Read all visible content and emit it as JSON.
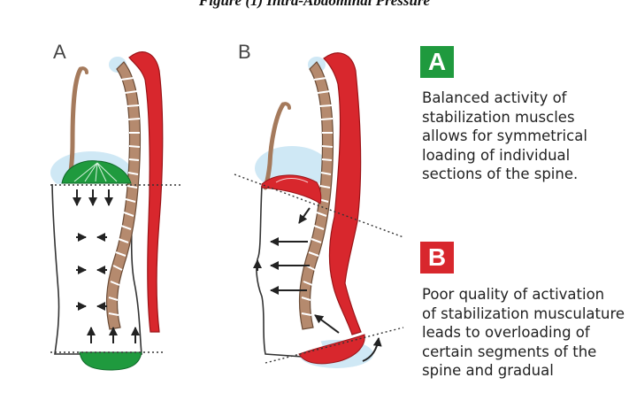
{
  "caption": "Figure (1) Intra-Abdominal Pressure",
  "panels": [
    {
      "letter": "A"
    },
    {
      "letter": "B"
    }
  ],
  "legend": [
    {
      "badge": "A",
      "color": "#1f9a3e",
      "text": "Balanced activity of\nstabilization muscles\nallows for symmetrical\nloading of individual\nsections of the spine."
    },
    {
      "badge": "B",
      "color": "#d8272d",
      "text": "Poor quality of activation\nof stabilization musculature\nleads to overloading of\ncertain segments of the\nspine and gradual"
    }
  ],
  "colors": {
    "muscle_red": "#d8272d",
    "diaphragm_green": "#1f9a3e",
    "vertebra_brown": "#b58a6e",
    "pressure_blue": "#bfe0f2"
  }
}
